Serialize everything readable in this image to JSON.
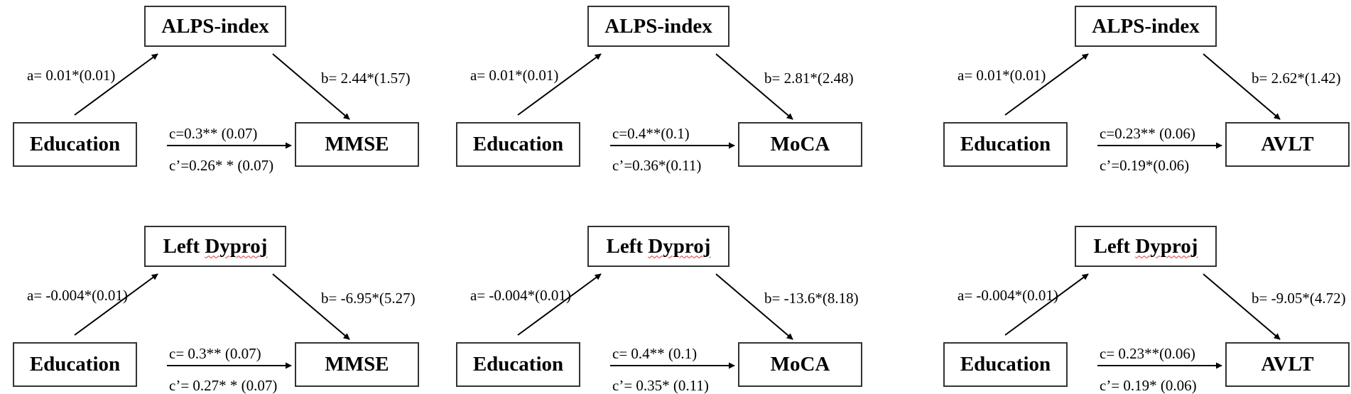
{
  "panels": [
    {
      "mediator": "ALPS-index",
      "mediator_spellcheck": false,
      "predictor": "Education",
      "outcome": "MMSE",
      "a": "a= 0.01*(0.01)",
      "b": "b= 2.44*(1.57)",
      "c": "c=0.3** (0.07)",
      "c_prime": "c’=0.26* * (0.07)"
    },
    {
      "mediator": "ALPS-index",
      "mediator_spellcheck": false,
      "predictor": "Education",
      "outcome": "MoCA",
      "a": "a= 0.01*(0.01)",
      "b": "b= 2.81*(2.48)",
      "c": "c=0.4**(0.1)",
      "c_prime": "c’=0.36*(0.11)"
    },
    {
      "mediator": "ALPS-index",
      "mediator_spellcheck": false,
      "predictor": "Education",
      "outcome": "AVLT",
      "a": "a= 0.01*(0.01)",
      "b": "b= 2.62*(1.42)",
      "c": "c=0.23** (0.06)",
      "c_prime": "c’=0.19*(0.06)"
    },
    {
      "mediator_prefix": "Left ",
      "mediator_word": "Dyproj",
      "mediator_spellcheck": true,
      "predictor": "Education",
      "outcome": "MMSE",
      "a": "a= -0.004*(0.01)",
      "b": "b= -6.95*(5.27)",
      "c": "c= 0.3** (0.07)",
      "c_prime": "c’= 0.27* * (0.07)"
    },
    {
      "mediator_prefix": "Left ",
      "mediator_word": "Dyproj",
      "mediator_spellcheck": true,
      "predictor": "Education",
      "outcome": "MoCA",
      "a": "a= -0.004*(0.01)",
      "b": "b= -13.6*(8.18)",
      "c": "c= 0.4** (0.1)",
      "c_prime": "c’= 0.35* (0.11)"
    },
    {
      "mediator_prefix": "Left ",
      "mediator_word": "Dyproj",
      "mediator_spellcheck": true,
      "predictor": "Education",
      "outcome": "AVLT",
      "a": "a= -0.004*(0.01)",
      "b": "b= -9.05*(4.72)",
      "c": "c= 0.23**(0.06)",
      "c_prime": "c’= 0.19* (0.06)"
    }
  ],
  "colors": {
    "line": "#000000",
    "box_border": "#333333",
    "spellcheck": "#dd3333"
  }
}
